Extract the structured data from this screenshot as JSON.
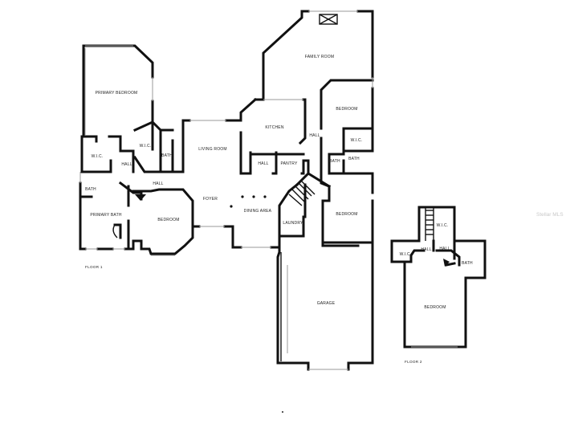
{
  "floor1": {
    "label": "FLOOR 1",
    "rooms": {
      "primary_bedroom": "PRIMARY BEDROOM",
      "wic_primary": "W.I.C.",
      "wic_left": "W.I.C.",
      "hall_left": "HALL",
      "hall_lower": "HALL",
      "bath_left": "BATH",
      "bath_mid": "BATH",
      "primary_bath": "PRIMARY BATH",
      "bedroom_mid": "BEDROOM",
      "living_room": "LIVING ROOM",
      "foyer": "FOYER",
      "dining_area": "DINING AREA",
      "kitchen": "KITCHEN",
      "hall_kitchen": "HALL",
      "pantry": "PANTRY",
      "family_room": "FAMILY ROOM",
      "bedroom_right_top": "BEDROOM",
      "hall_right": "HALL",
      "wic_right": "W.I.C.",
      "bath_right_1": "BATH",
      "bath_right_2": "BATH",
      "bedroom_right_bottom": "BEDROOM",
      "laundry": "LAUNDRY",
      "garage": "GARAGE"
    }
  },
  "floor2": {
    "label": "FLOOR 2",
    "rooms": {
      "wic_1": "W.I.C.",
      "wic_2": "W.I.C.",
      "hall_1": "HALL",
      "hall_2": "HALL",
      "bath": "BATH",
      "bedroom": "BEDROOM"
    }
  },
  "watermark": "Stellar MLS"
}
